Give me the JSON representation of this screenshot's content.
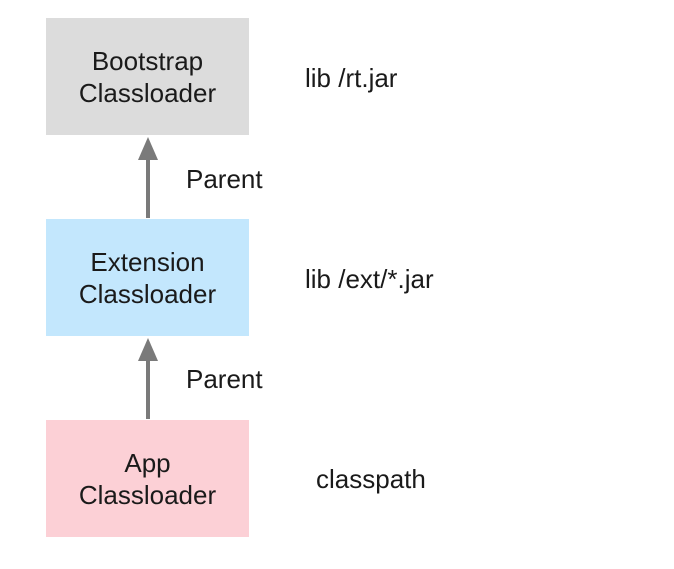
{
  "nodes": [
    {
      "line1": "Bootstrap",
      "line2": "Classloader",
      "path": "lib /rt.jar",
      "color": "#dcdcdc"
    },
    {
      "line1": "Extension",
      "line2": "Classloader",
      "path": "lib /ext/*.jar",
      "color": "#c3e7fd"
    },
    {
      "line1": "App",
      "line2": "Classloader",
      "path": "classpath",
      "color": "#fcd0d6"
    }
  ],
  "edges": [
    {
      "from": "Extension Classloader",
      "to": "Bootstrap Classloader",
      "label": "Parent"
    },
    {
      "from": "App Classloader",
      "to": "Extension Classloader",
      "label": "Parent"
    }
  ],
  "colors": {
    "arrow": "#7a7a7a",
    "text": "#1a1a1a"
  }
}
